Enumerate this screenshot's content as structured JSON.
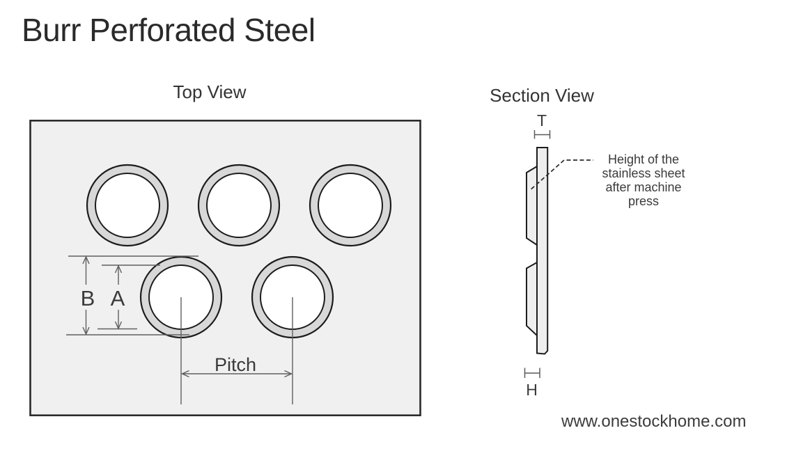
{
  "title": "Burr Perforated Steel",
  "watermark": "www.onestockhome.com",
  "top_view": {
    "label": "Top View",
    "dim_outer_label": "B",
    "dim_inner_label": "A",
    "dim_pitch_label": "Pitch",
    "hole_count": 5,
    "rows": [
      {
        "holes": 3
      },
      {
        "holes": 2
      }
    ]
  },
  "section_view": {
    "label": "Section View",
    "dim_thickness_label": "T",
    "dim_burr_height_label": "H",
    "annotation_lines": [
      "Height of the",
      "stainless sheet",
      "after machine",
      "press"
    ]
  },
  "colors": {
    "background": "#ffffff",
    "panel_fill": "#f0f0f0",
    "burr_ring_fill": "#d8d8d8",
    "sheet_fill": "#eeeeee",
    "outline": "#1c1c1c",
    "dimension_line": "#5f5f5f",
    "text": "#3a3a3a"
  }
}
